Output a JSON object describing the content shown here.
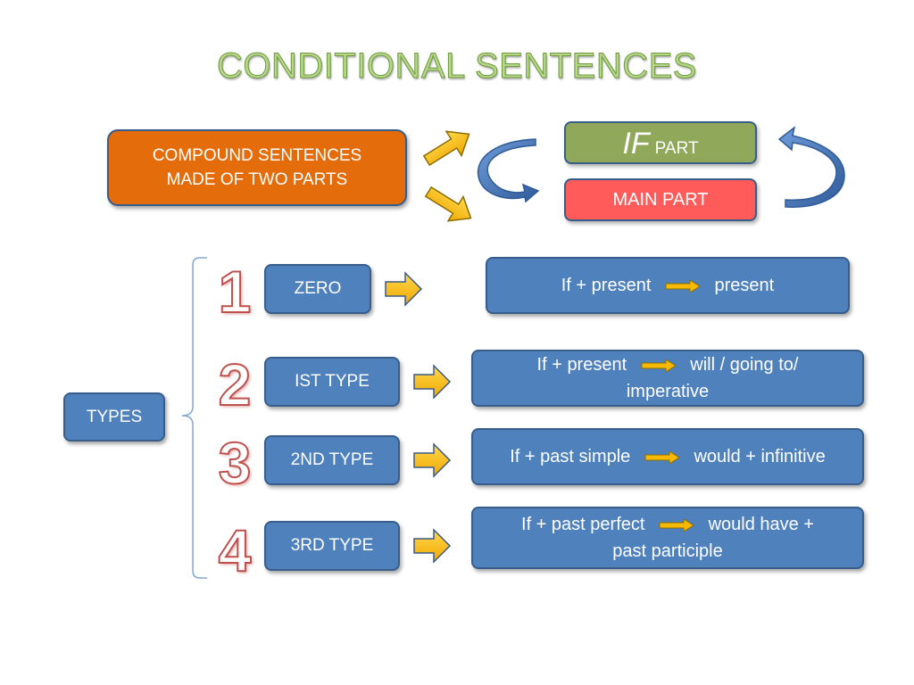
{
  "title": "CONDITIONAL SENTENCES",
  "compound_box": {
    "line1": "COMPOUND SENTENCES",
    "line2": "MADE OF TWO PARTS"
  },
  "if_part": {
    "big": "IF",
    "small": "PART"
  },
  "main_part": "MAIN PART",
  "types_label": "TYPES",
  "rows": [
    {
      "number": "1",
      "label": "ZERO",
      "formula": {
        "left": "If + present",
        "right": "present",
        "cont": ""
      }
    },
    {
      "number": "2",
      "label": "IST TYPE",
      "formula": {
        "left": "If + present",
        "right": "will / going to/",
        "cont": "imperative"
      }
    },
    {
      "number": "3",
      "label": "2ND TYPE",
      "formula": {
        "left": "If + past simple",
        "right": "would + infinitive",
        "cont": ""
      }
    },
    {
      "number": "4",
      "label": "3RD TYPE",
      "formula": {
        "left": "If + past perfect",
        "right": "would have +",
        "cont": "past participle"
      }
    }
  ],
  "colors": {
    "title": "#b6d68a",
    "blue_box": "#4f81bd",
    "orange_box": "#e46c0a",
    "green_box": "#8fa85a",
    "red_box": "#ff5b5b",
    "arrow_fill": "#f7b900",
    "number_outline": "#c0504d"
  },
  "icons": [
    "arrow-right-icon",
    "curved-arrow-icon",
    "bracket-icon"
  ]
}
